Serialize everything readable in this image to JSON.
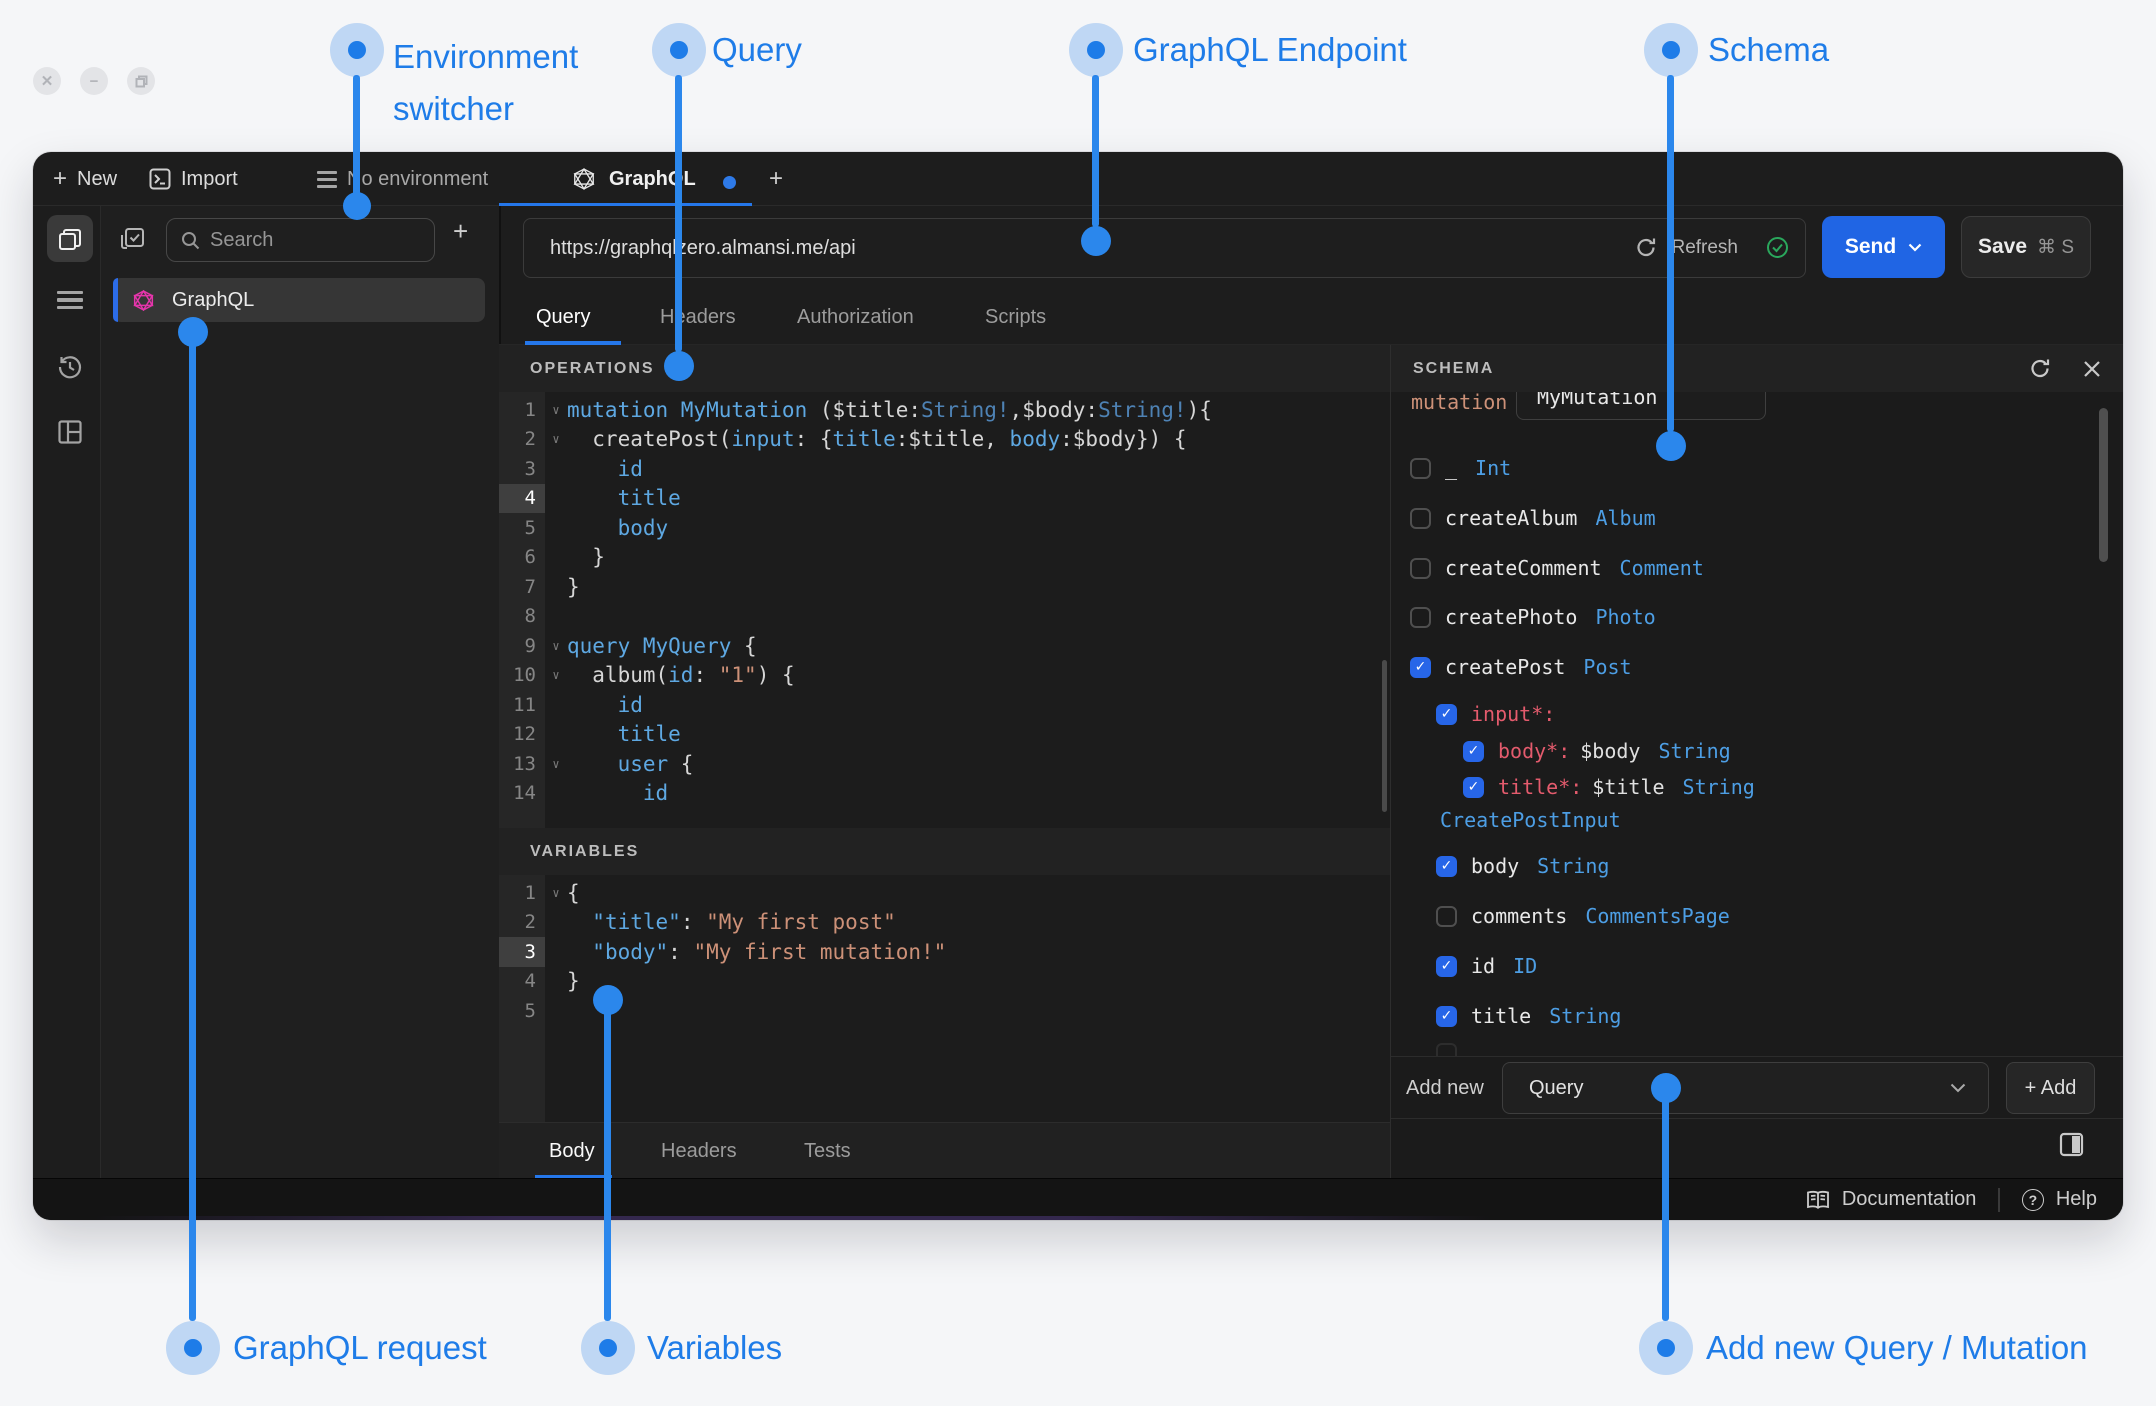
{
  "colors": {
    "accent": "#1e7ce8",
    "annotation_line": "#2b87ec",
    "send_button": "#2065e4",
    "tab_underline": "#2577ea",
    "checkbox_checked": "#2766e8",
    "graphql_pink": "#e535ab",
    "success_green": "#2aa75c",
    "code_blue": "#5ea8e2",
    "code_type": "#4e82b4",
    "code_string": "#cd9178",
    "code_foreground": "#d6d6d6",
    "required_red": "#e45b6d",
    "schema_type_blue": "#4d9ee4"
  },
  "annotations": {
    "environment_switcher_line1": "Environment",
    "environment_switcher_line2": "switcher",
    "query": "Query",
    "graphql_endpoint": "GraphQL Endpoint",
    "schema": "Schema",
    "graphql_request": "GraphQL request",
    "variables": "Variables",
    "add_new": "Add new Query / Mutation"
  },
  "window": {
    "topbar": {
      "new_label": "New",
      "import_label": "Import",
      "environment_label": "No environment"
    },
    "tab": {
      "title": "GraphQL"
    },
    "sidebar": {
      "search_placeholder": "Search",
      "items": [
        {
          "label": "GraphQL"
        }
      ]
    },
    "request": {
      "url": "https://graphqlzero.almansi.me/api",
      "refresh_label": "Refresh",
      "send_label": "Send",
      "save_label": "Save",
      "save_shortcut": "⌘ S",
      "tabs": [
        "Query",
        "Headers",
        "Authorization",
        "Scripts"
      ],
      "active_tab": "Query"
    },
    "operations": {
      "title": "OPERATIONS",
      "lines": [
        {
          "n": 1,
          "fold": true,
          "tokens": [
            [
              "mutation MyMutation ",
              "b"
            ],
            [
              "($title:",
              "w"
            ],
            [
              "String!",
              "t"
            ],
            [
              ",$body:",
              "w"
            ],
            [
              "String!",
              "t"
            ],
            [
              "){",
              "w"
            ]
          ]
        },
        {
          "n": 2,
          "fold": true,
          "tokens": [
            [
              "  createPost(",
              "w"
            ],
            [
              "input",
              "b"
            ],
            [
              ": {",
              "w"
            ],
            [
              "title",
              "b"
            ],
            [
              ":$title, ",
              "w"
            ],
            [
              "body",
              "b"
            ],
            [
              ":$body}) {",
              "w"
            ]
          ]
        },
        {
          "n": 3,
          "tokens": [
            [
              "    id",
              "b"
            ]
          ]
        },
        {
          "n": 4,
          "active": true,
          "tokens": [
            [
              "    title",
              "b"
            ]
          ]
        },
        {
          "n": 5,
          "tokens": [
            [
              "    body",
              "b"
            ]
          ]
        },
        {
          "n": 6,
          "tokens": [
            [
              "  }",
              "w"
            ]
          ]
        },
        {
          "n": 7,
          "tokens": [
            [
              "}",
              "w"
            ]
          ]
        },
        {
          "n": 8,
          "tokens": []
        },
        {
          "n": 9,
          "fold": true,
          "tokens": [
            [
              "query MyQuery ",
              "b"
            ],
            [
              "{",
              "w"
            ]
          ]
        },
        {
          "n": 10,
          "fold": true,
          "tokens": [
            [
              "  album(",
              "w"
            ],
            [
              "id",
              "b"
            ],
            [
              ": ",
              "w"
            ],
            [
              "\"1\"",
              "s"
            ],
            [
              ") {",
              "w"
            ]
          ]
        },
        {
          "n": 11,
          "tokens": [
            [
              "    id",
              "b"
            ]
          ]
        },
        {
          "n": 12,
          "tokens": [
            [
              "    title",
              "b"
            ]
          ]
        },
        {
          "n": 13,
          "fold": true,
          "tokens": [
            [
              "    user ",
              "b"
            ],
            [
              "{",
              "w"
            ]
          ]
        },
        {
          "n": 14,
          "tokens": [
            [
              "      id",
              "b"
            ]
          ]
        }
      ]
    },
    "variables_pane": {
      "title": "VARIABLES",
      "lines": [
        {
          "n": 1,
          "fold": true,
          "tokens": [
            [
              "{",
              "w"
            ]
          ]
        },
        {
          "n": 2,
          "tokens": [
            [
              "  ",
              "w"
            ],
            [
              "\"title\"",
              "b"
            ],
            [
              ": ",
              "w"
            ],
            [
              "\"My first post\"",
              "s"
            ]
          ]
        },
        {
          "n": 3,
          "active": true,
          "tokens": [
            [
              "  ",
              "w"
            ],
            [
              "\"body\"",
              "b"
            ],
            [
              ": ",
              "w"
            ],
            [
              "\"My first mutation!\"",
              "s"
            ]
          ]
        },
        {
          "n": 4,
          "tokens": [
            [
              "}",
              "w"
            ]
          ]
        },
        {
          "n": 5,
          "tokens": []
        }
      ]
    },
    "schema_panel": {
      "title": "SCHEMA",
      "operation_type": "mutation",
      "operation_name": "MyMutation",
      "rows": [
        {
          "checked": false,
          "label": "_",
          "type": "Int",
          "indent": 0
        },
        {
          "checked": false,
          "label": "createAlbum",
          "type": "Album",
          "indent": 0
        },
        {
          "checked": false,
          "label": "createComment",
          "type": "Comment",
          "indent": 0
        },
        {
          "checked": false,
          "label": "createPhoto",
          "type": "Photo",
          "indent": 0
        },
        {
          "checked": true,
          "label": "createPost",
          "type": "Post",
          "indent": 0
        },
        {
          "checked": true,
          "label": "input*:",
          "required": true,
          "indent": 1
        },
        {
          "checked": true,
          "label": "body*:",
          "required": true,
          "value": "$body",
          "type": "String",
          "indent": 2
        },
        {
          "checked": true,
          "label": "title*:",
          "required": true,
          "value": "$title",
          "type": "String",
          "indent": 2
        },
        {
          "type_only": true,
          "label": "CreatePostInput",
          "indent": 1
        },
        {
          "checked": true,
          "label": "body",
          "type": "String",
          "indent": 1
        },
        {
          "checked": false,
          "label": "comments",
          "type": "CommentsPage",
          "indent": 1
        },
        {
          "checked": true,
          "label": "id",
          "type": "ID",
          "indent": 1
        },
        {
          "checked": true,
          "label": "title",
          "type": "String",
          "indent": 1
        },
        {
          "checked": false,
          "label": "",
          "partial": true,
          "indent": 1
        }
      ],
      "add_new_label": "Add new",
      "add_new_value": "Query",
      "add_button_label": "+ Add"
    },
    "response_tabs": [
      "Body",
      "Headers",
      "Tests"
    ],
    "active_response_tab": "Body",
    "statusbar": {
      "documentation": "Documentation",
      "help": "Help"
    }
  }
}
